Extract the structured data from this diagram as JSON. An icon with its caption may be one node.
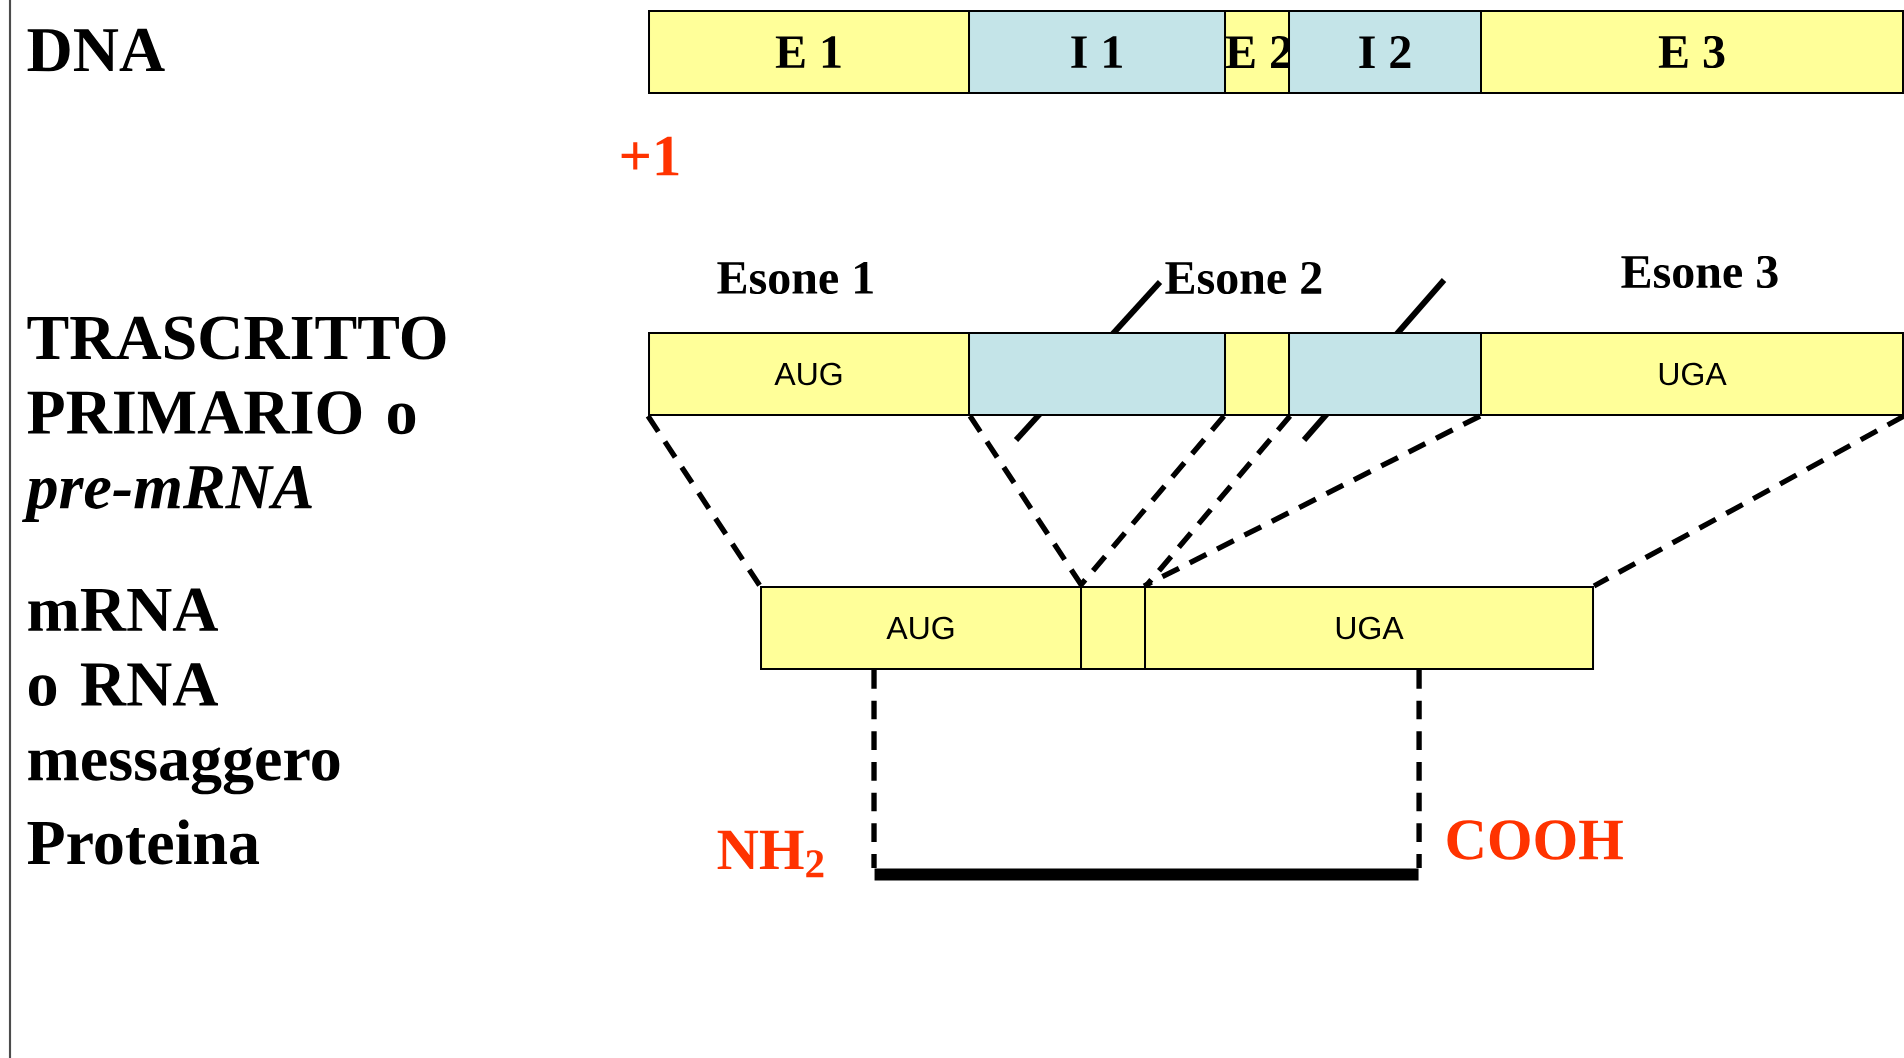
{
  "diagram": {
    "nodes": [
      {
        "text": [
          "E 1"
        ]
      },
      {
        "text": [
          "I 1"
        ]
      },
      {
        "text": [
          "E 2"
        ]
      },
      {
        "text": [
          "I 2"
        ]
      },
      {
        "text": [
          "E 3"
        ]
      },
      {
        "text": [
          "AUG"
        ]
      },
      {
        "text": [],
        "shape": "box"
      },
      {
        "text": [],
        "shape": "box"
      },
      {
        "text": [],
        "shape": "box"
      },
      {
        "text": [
          "UGA"
        ]
      },
      {
        "text": [
          "AUG"
        ]
      },
      {
        "text": [],
        "shape": "box"
      },
      {
        "text": [
          "UGA"
        ]
      },
      {
        "text": [],
        "shape": "bar",
        "beside": [
          "NH$_{2}$",
          "COOH"
        ]
      }
    ],
    "edges": [
      {
        "from": 5,
        "to": 10,
        "arrow": "none",
        "style": "dashed"
      },
      {
        "from": 5,
        "to": 10,
        "arrow": "none",
        "style": "dashed"
      },
      {
        "from": 7,
        "to": 11,
        "arrow": "none",
        "style": "dashed"
      },
      {
        "from": 7,
        "to": 11,
        "arrow": "none",
        "style": "dashed"
      },
      {
        "from": 9,
        "to": 12,
        "arrow": "none",
        "style": "dashed"
      },
      {
        "from": 9,
        "to": 12,
        "arrow": "none",
        "style": "dashed"
      },
      {
        "from": 10,
        "to": 13,
        "arrow": "none",
        "style": "dashed"
      },
      {
        "from": 12,
        "to": 13,
        "arrow": "none",
        "style": "dashed"
      }
    ],
    "labels": [
      "DNA",
      "+1",
      "Esone 1",
      "Esone 2",
      "Esone 3",
      "TRASCRITTO PRIMARIO o *pre-mRNA*",
      "mRNA o RNA messaggero",
      "Proteina"
    ]
  }
}
